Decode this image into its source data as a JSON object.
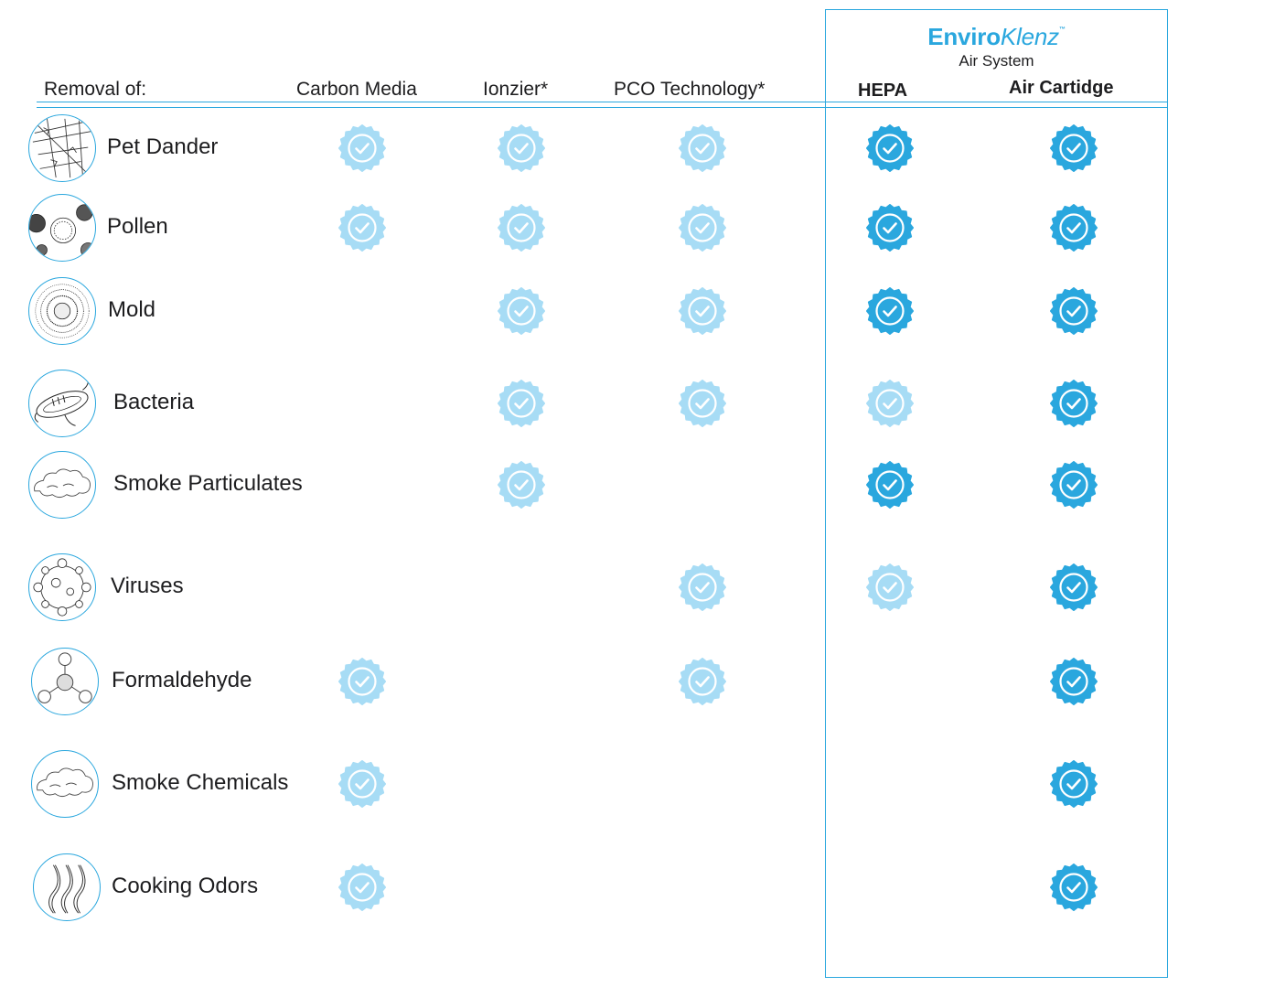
{
  "brand": {
    "name_regular": "Enviro",
    "name_italic": "Klenz",
    "trademark": "™",
    "subtitle": "Air System"
  },
  "header": {
    "removal_label": "Removal of:"
  },
  "columns": [
    {
      "label": "Carbon Media"
    },
    {
      "label": "Ionzier*"
    },
    {
      "label": "PCO Technology*"
    },
    {
      "label": "HEPA"
    },
    {
      "label": "Air Cartidge"
    }
  ],
  "colors": {
    "badge_light": "#a7dcf5",
    "badge_dark": "#2aa7de",
    "accent": "#2aa7de"
  },
  "rows": [
    {
      "label": "Pet Dander",
      "icon": "pet-dander-icon",
      "checks": [
        "light",
        "light",
        "light",
        "dark",
        "dark"
      ]
    },
    {
      "label": "Pollen",
      "icon": "pollen-icon",
      "checks": [
        "light",
        "light",
        "light",
        "dark",
        "dark"
      ]
    },
    {
      "label": "Mold",
      "icon": "mold-icon",
      "checks": [
        "none",
        "light",
        "light",
        "dark",
        "dark"
      ]
    },
    {
      "label": "Bacteria",
      "icon": "bacteria-icon",
      "checks": [
        "none",
        "light",
        "light",
        "light",
        "dark"
      ]
    },
    {
      "label": "Smoke Particulates",
      "icon": "smoke-cloud-icon",
      "checks": [
        "none",
        "light",
        "none",
        "dark",
        "dark"
      ]
    },
    {
      "label": "Viruses",
      "icon": "virus-icon",
      "checks": [
        "none",
        "none",
        "light",
        "light",
        "dark"
      ]
    },
    {
      "label": "Formaldehyde",
      "icon": "molecule-icon",
      "checks": [
        "light",
        "none",
        "light",
        "none",
        "dark"
      ]
    },
    {
      "label": "Smoke Chemicals",
      "icon": "smoke-cloud-icon",
      "checks": [
        "light",
        "none",
        "none",
        "none",
        "dark"
      ]
    },
    {
      "label": "Cooking Odors",
      "icon": "odor-waves-icon",
      "checks": [
        "light",
        "none",
        "none",
        "none",
        "dark"
      ]
    }
  ]
}
